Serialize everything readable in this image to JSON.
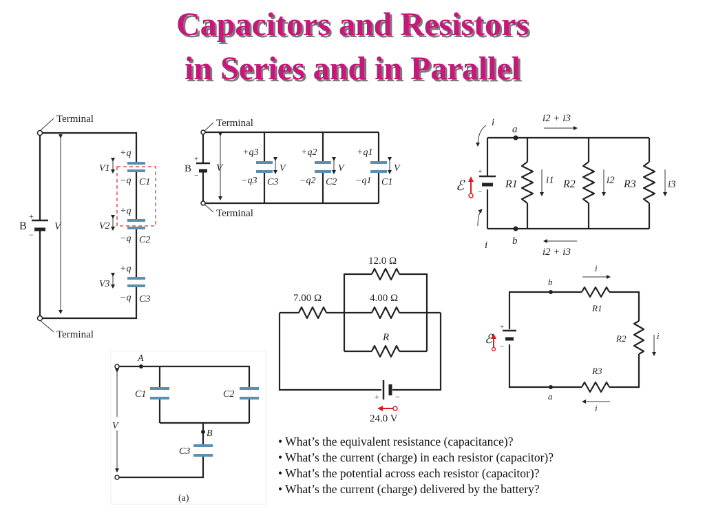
{
  "slide": {
    "title_line1": "Capacitors and  Resistors",
    "title_line2": "in Series and in Parallel",
    "title_color": "#c4187a"
  },
  "diagrams": {
    "series_capacitors": {
      "terminal_top": "Terminal",
      "terminal_bottom": "Terminal",
      "battery": "B",
      "voltage": "V",
      "c1": {
        "plus_q": "+q",
        "minus_q": "−q",
        "label": "C1",
        "v": "V1"
      },
      "c2": {
        "plus_q": "+q",
        "minus_q": "−q",
        "label": "C2",
        "v": "V2"
      },
      "c3": {
        "plus_q": "+q",
        "minus_q": "−q",
        "label": "C3",
        "v": "V3"
      }
    },
    "parallel_capacitors": {
      "terminal_top": "Terminal",
      "terminal_bottom": "Terminal",
      "battery": "B",
      "voltage": "V",
      "c3": {
        "plus_q": "+q3",
        "minus_q": "−q3",
        "label": "C3",
        "v": "V"
      },
      "c2": {
        "plus_q": "+q2",
        "minus_q": "−q2",
        "label": "C2",
        "v": "V"
      },
      "c1": {
        "plus_q": "+q1",
        "minus_q": "−q1",
        "label": "C1",
        "v": "V"
      }
    },
    "parallel_resistors": {
      "emf": "ℰ",
      "current_in": "i",
      "current_out": "i",
      "node_top": "a",
      "node_bottom": "b",
      "top_current": "i2 + i3",
      "bottom_current": "i2 + i3",
      "resistors": [
        "R1",
        "R2",
        "R3"
      ],
      "currents": [
        "i1",
        "i2",
        "i3"
      ]
    },
    "mixed_resistor_circuit": {
      "r_top": "12.0 Ω",
      "r_left": "7.00 Ω",
      "r_mid": "4.00 Ω",
      "r_bottom": "R",
      "battery_voltage": "24.0 V"
    },
    "series_resistors": {
      "emf": "ℰ",
      "current_top": "i",
      "current_bottom": "i",
      "current_right": "i",
      "node_top": "b",
      "node_bottom": "a",
      "resistors": [
        "R1",
        "R2",
        "R3"
      ]
    },
    "combination_capacitors": {
      "node_a": "A",
      "node_b": "B",
      "voltage": "V",
      "capacitors": [
        "C1",
        "C2",
        "C3"
      ],
      "caption": "(a)"
    }
  },
  "questions": [
    "• What’s the equivalent resistance (capacitance)?",
    "• What’s the current (charge) in each resistor (capacitor)?",
    "• What’s the potential across each resistor (capacitor)?",
    "• What’s the current (charge) delivered by the battery?"
  ]
}
